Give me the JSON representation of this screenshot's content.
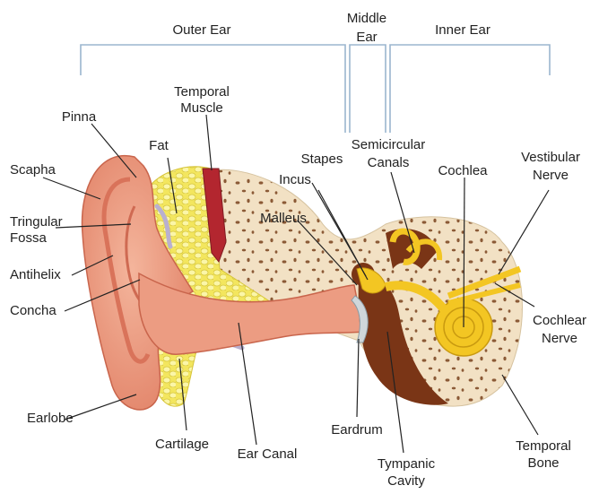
{
  "sections": {
    "outer": "Outer Ear",
    "middle_1": "Middle",
    "middle_2": "Ear",
    "inner": "Inner Ear"
  },
  "labels": {
    "temporal_muscle_1": "Temporal",
    "temporal_muscle_2": "Muscle",
    "pinna": "Pinna",
    "fat": "Fat",
    "scapha": "Scapha",
    "tringular_fossa_1": "Tringular",
    "tringular_fossa_2": "Fossa",
    "antihelix": "Antihelix",
    "concha": "Concha",
    "earlobe": "Earlobe",
    "cartilage": "Cartilage",
    "ear_canal": "Ear Canal",
    "stapes": "Stapes",
    "incus": "Incus",
    "malleus": "Malleus",
    "semicircular_canals_1": "Semicircular",
    "semicircular_canals_2": "Canals",
    "cochlea": "Cochlea",
    "vestibular_nerve_1": "Vestibular",
    "vestibular_nerve_2": "Nerve",
    "cochlear_nerve_1": "Cochlear",
    "cochlear_nerve_2": "Nerve",
    "eardrum": "Eardrum",
    "tympanic_cavity_1": "Tympanic",
    "tympanic_cavity_2": "Cavity",
    "temporal_bone_1": "Temporal",
    "temporal_bone_2": "Bone"
  },
  "colors": {
    "bracket": "#9bb6cf",
    "skin": "#ee9f85",
    "skin_dark": "#d9735a",
    "fat": "#f5e96b",
    "bone": "#f2e1c4",
    "bone_spot": "#8b5a36",
    "muscle": "#b3262f",
    "inner_ear": "#f3c623",
    "cavity": "#7a3516",
    "leader": "#222222"
  }
}
